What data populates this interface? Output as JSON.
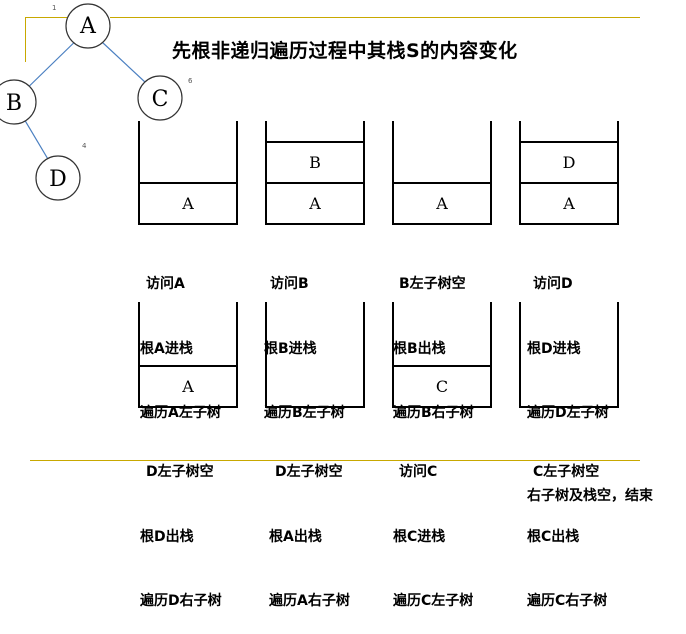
{
  "title": "先根非递归遍历过程中其栈S的内容变化",
  "tree": {
    "nodes": [
      {
        "id": "A",
        "label": "A",
        "num": "1"
      },
      {
        "id": "B",
        "label": "B",
        "num": ""
      },
      {
        "id": "C",
        "label": "C",
        "num": "6"
      },
      {
        "id": "D",
        "label": "D",
        "num": "4"
      }
    ]
  },
  "stacks": [
    {
      "cells": [
        "A"
      ],
      "lines": [
        "访问A",
        "根A进栈",
        "遍历A左子树"
      ]
    },
    {
      "cells": [
        "A",
        "B"
      ],
      "lines": [
        "访问B",
        "根B进栈",
        "遍历B左子树"
      ]
    },
    {
      "cells": [
        "A"
      ],
      "lines": [
        "B左子树空",
        "根B出栈",
        "遍历B右子树"
      ]
    },
    {
      "cells": [
        "A",
        "D"
      ],
      "lines": [
        "访问D",
        "根D进栈",
        "遍历D左子树"
      ]
    },
    {
      "cells": [
        "A"
      ],
      "lines": [
        "D左子树空",
        "根D出栈",
        "遍历D右子树"
      ]
    },
    {
      "cells": [],
      "lines": [
        "D左子树空",
        "根A出栈",
        "遍历A右子树"
      ]
    },
    {
      "cells": [
        "C"
      ],
      "lines": [
        "访问C",
        "根C进栈",
        "遍历C左子树"
      ]
    },
    {
      "cells": [],
      "lines": [
        "C左子树空",
        "根C出栈",
        "遍历C右子树"
      ]
    }
  ],
  "footer": "右子树及栈空，结束"
}
